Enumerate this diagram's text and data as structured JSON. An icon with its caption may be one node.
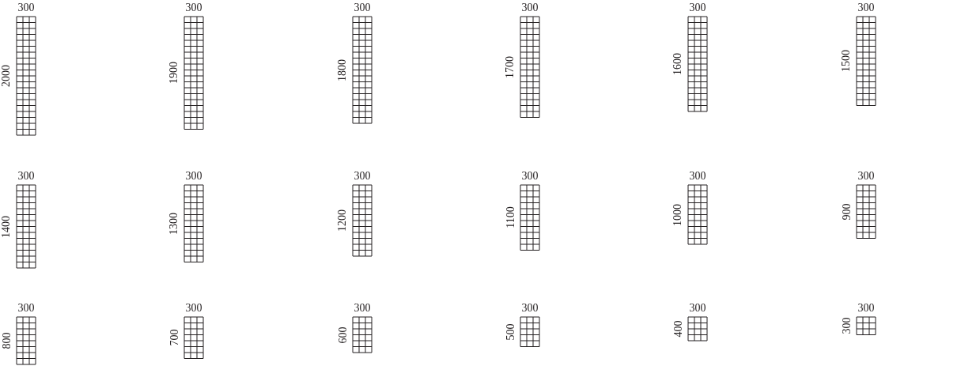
{
  "diagram": {
    "labels": [
      "300",
      "2000",
      "300",
      "1900",
      "300",
      "1800",
      "300",
      "1700",
      "300",
      "1600",
      "300",
      "1500",
      "300",
      "1400",
      "300",
      "1300",
      "300",
      "1200",
      "300",
      "1100",
      "300",
      "1000",
      "300",
      "900",
      "300",
      "800",
      "300",
      "700",
      "300",
      "600",
      "300",
      "500",
      "300",
      "400",
      "300",
      "300"
    ]
  }
}
